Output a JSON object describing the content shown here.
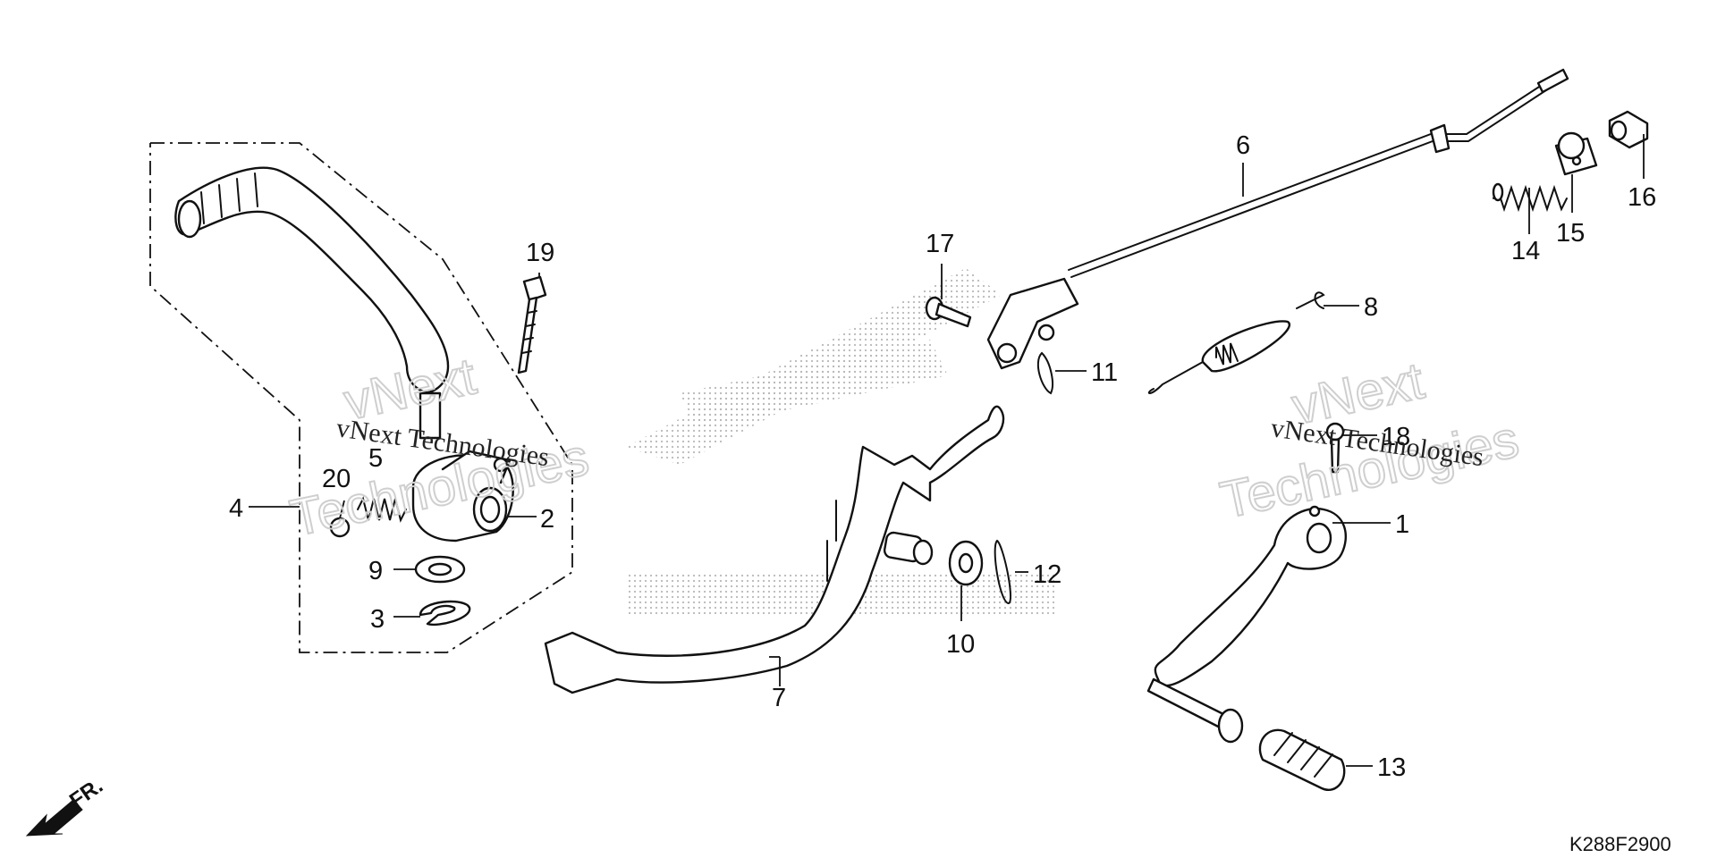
{
  "callouts": {
    "c1": "1",
    "c2": "2",
    "c3": "3",
    "c4": "4",
    "c5": "5",
    "c6": "6",
    "c7": "7",
    "c8": "8",
    "c9": "9",
    "c10": "10",
    "c11": "11",
    "c12": "12",
    "c13": "13",
    "c14": "14",
    "c15": "15",
    "c16": "16",
    "c17": "17",
    "c18": "18",
    "c19": "19",
    "c20": "20"
  },
  "watermark": {
    "line_small": "vNext Technologies",
    "line_big_top": "vNext",
    "line_big_bottom": "Technologies"
  },
  "direction_label": "FR.",
  "diagram_code": "K288F2900",
  "colors": {
    "line": "#111111",
    "watermark": "#cfcfcf",
    "background": "#ffffff"
  }
}
